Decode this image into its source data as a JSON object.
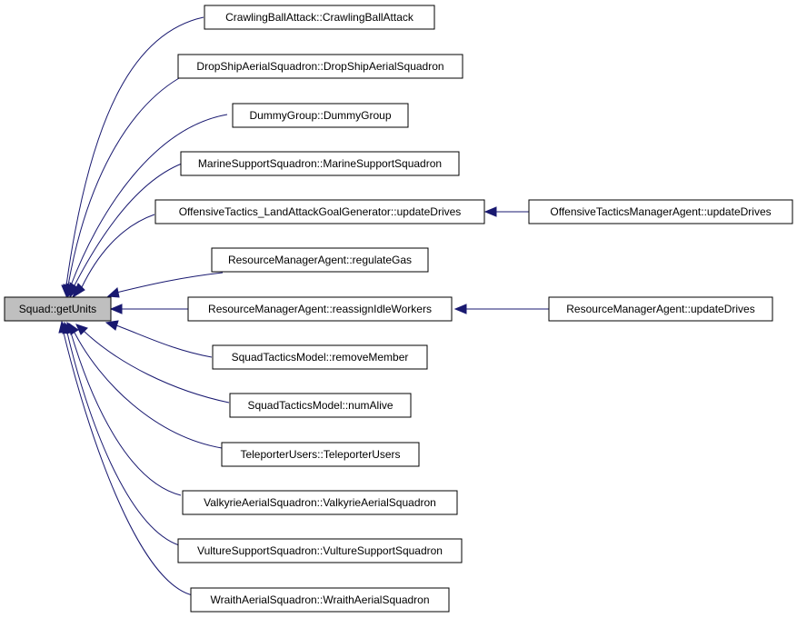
{
  "graph": {
    "root": "Squad::getUnits",
    "callers": [
      "CrawlingBallAttack::CrawlingBallAttack",
      "DropShipAerialSquadron::DropShipAerialSquadron",
      "DummyGroup::DummyGroup",
      "MarineSupportSquadron::MarineSupportSquadron",
      "OffensiveTactics_LandAttackGoalGenerator::updateDrives",
      "ResourceManagerAgent::regulateGas",
      "ResourceManagerAgent::reassignIdleWorkers",
      "SquadTacticsModel::removeMember",
      "SquadTacticsModel::numAlive",
      "TeleporterUsers::TeleporterUsers",
      "ValkyrieAerialSquadron::ValkyrieAerialSquadron",
      "VultureSupportSquadron::VultureSupportSquadron",
      "WraithAerialSquadron::WraithAerialSquadron"
    ],
    "second_level": [
      "OffensiveTacticsManagerAgent::updateDrives",
      "ResourceManagerAgent::updateDrives"
    ],
    "colors": {
      "edge": "#191970",
      "root_fill": "#bfbfbf",
      "node_fill": "#ffffff",
      "node_border": "#000000"
    }
  }
}
